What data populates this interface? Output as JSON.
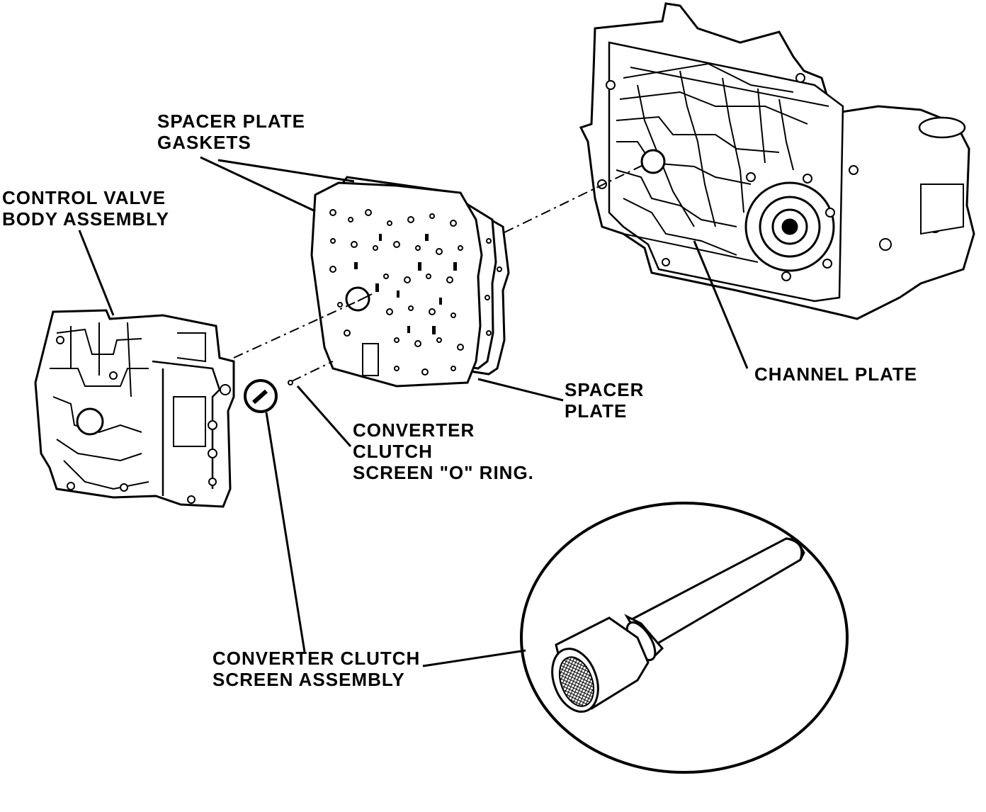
{
  "labels": {
    "spacer_plate_gaskets": [
      "SPACER PLATE",
      "GASKETS"
    ],
    "control_valve_body": [
      "CONTROL VALVE",
      "BODY ASSEMBLY"
    ],
    "channel_plate": "CHANNEL PLATE",
    "spacer_plate": [
      "SPACER",
      "PLATE"
    ],
    "o_ring": [
      "CONVERTER",
      "CLUTCH",
      "SCREEN \"O\" RING."
    ],
    "screen_assembly": [
      "CONVERTER CLUTCH",
      "SCREEN ASSEMBLY"
    ]
  },
  "colors": {
    "ink": "#000000",
    "paper": "#ffffff",
    "fill": "#f2f2f2"
  }
}
